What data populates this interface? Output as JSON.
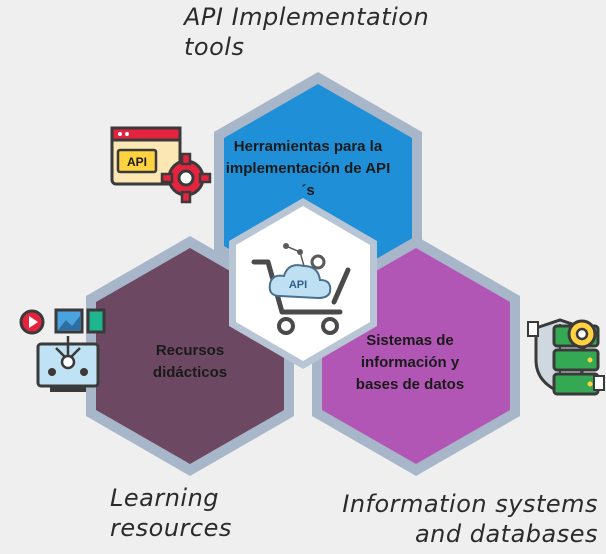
{
  "diagram": {
    "captions": {
      "top": "API Implementation tools",
      "left": "Learning resources",
      "right": "Information systems and databases"
    },
    "hexagons": {
      "top": {
        "label": "Herramientas para la implementación de API´s",
        "color": "#1f8fd8"
      },
      "left": {
        "label": "Recursos didácticos",
        "color": "#6d4863"
      },
      "right": {
        "label": "Sistemas de información y bases de datos",
        "color": "#b256b5"
      },
      "center": {
        "icon_text": "API",
        "color": "#ffffff"
      }
    },
    "icons": {
      "top": "api-window-gear-icon",
      "left": "media-monitor-network-icon",
      "right": "secure-database-server-icon",
      "center": "api-cloud-cart-icon"
    },
    "api_badge_text": "API"
  }
}
